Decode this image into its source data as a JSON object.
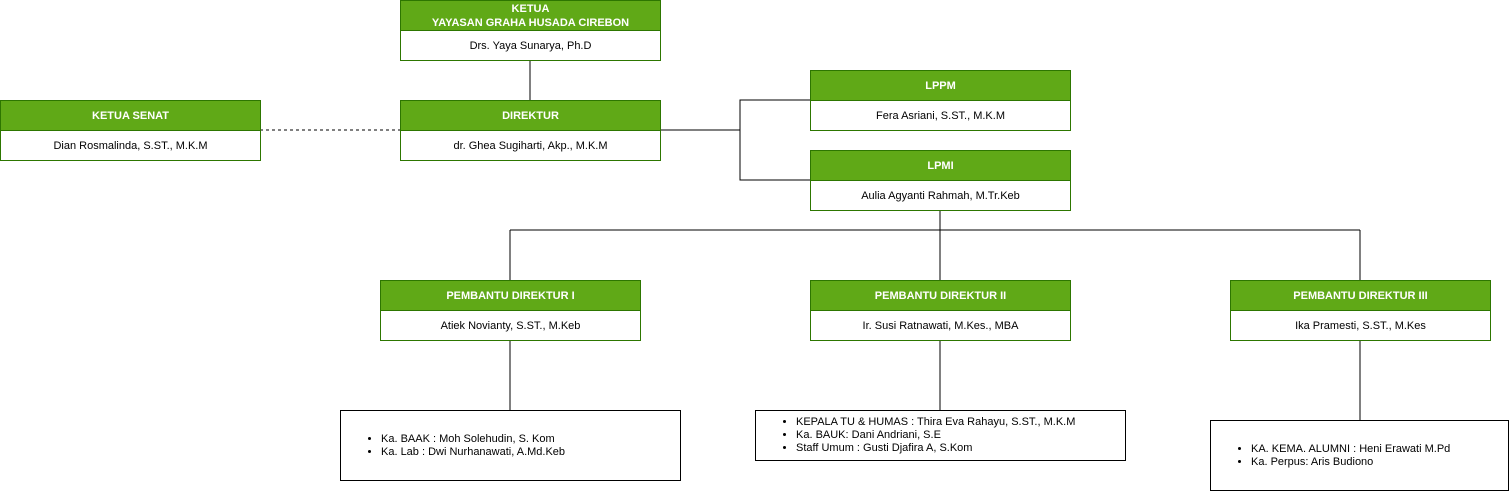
{
  "chairman": {
    "title_line1": "KETUA",
    "title_line2": "YAYASAN GRAHA HUSADA CIREBON",
    "name": "Drs. Yaya Sunarya, Ph.D"
  },
  "senate": {
    "title": "KETUA SENAT",
    "name": "Dian Rosmalinda, S.ST., M.K.M"
  },
  "director": {
    "title": "DIREKTUR",
    "name": "dr. Ghea Sugiharti, Akp., M.K.M"
  },
  "lppm": {
    "title": "LPPM",
    "name": "Fera Asriani, S.ST., M.K.M"
  },
  "lpmi": {
    "title": "LPMI",
    "name": "Aulia Agyanti Rahmah, M.Tr.Keb"
  },
  "deputy1": {
    "title": "PEMBANTU DIREKTUR I",
    "name": "Atiek Novianty, S.ST., M.Keb",
    "units": [
      "Ka. BAAK : Moh Solehudin, S. Kom",
      "Ka. Lab : Dwi Nurhanawati, A.Md.Keb"
    ]
  },
  "deputy2": {
    "title": "PEMBANTU DIREKTUR II",
    "name": "Ir. Susi Ratnawati, M.Kes., MBA",
    "units": [
      "KEPALA TU & HUMAS : Thira Eva Rahayu, S.ST., M.K.M",
      "Ka. BAUK: Dani Andriani, S.E",
      "Staff Umum : Gusti Djafira A, S.Kom"
    ]
  },
  "deputy3": {
    "title": "PEMBANTU DIREKTUR III",
    "name": "Ika Pramesti, S.ST., M.Kes",
    "units": [
      "KA. KEMA. ALUMNI : Heni Erawati M.Pd",
      "Ka. Perpus: Aris Budiono"
    ]
  },
  "colors": {
    "header_fill": "#60a917",
    "border": "#2d7600",
    "header_text": "#ffffff",
    "connector": "#000000"
  }
}
